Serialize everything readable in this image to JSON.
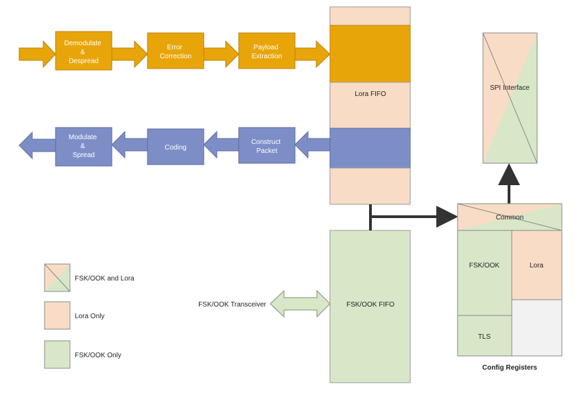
{
  "colors": {
    "rx": "#e8a50a",
    "tx": "#7d8ec7",
    "lora": "#f9dcc6",
    "fsk": "#d9e7c9",
    "line": "#333333",
    "empty": "#f2f2f2"
  },
  "rx_chain": {
    "demodulate": [
      "Demodulate",
      "&",
      "Despread"
    ],
    "error_correction": [
      "Error",
      "Correction"
    ],
    "payload_extraction": [
      "Payload",
      "Extraction"
    ]
  },
  "tx_chain": {
    "modulate": [
      "Modulate",
      "&",
      "Spread"
    ],
    "coding": "Coding",
    "construct_packet": [
      "Construct",
      "Packet"
    ]
  },
  "fifo": {
    "lora": "Lora FIFO",
    "fsk": "FSK/OOK FIFO",
    "transceiver": "FSK/OOK Transceiver"
  },
  "spi": {
    "label": "SPI Interface"
  },
  "config": {
    "common": "Common",
    "fsk_ook": "FSK/OOK",
    "lora": "Lora",
    "tls": "TLS",
    "caption": "Config Registers"
  },
  "legend": {
    "both": "FSK/OOK and Lora",
    "lora_only": "Lora Only",
    "fsk_only": "FSK/OOK Only"
  }
}
